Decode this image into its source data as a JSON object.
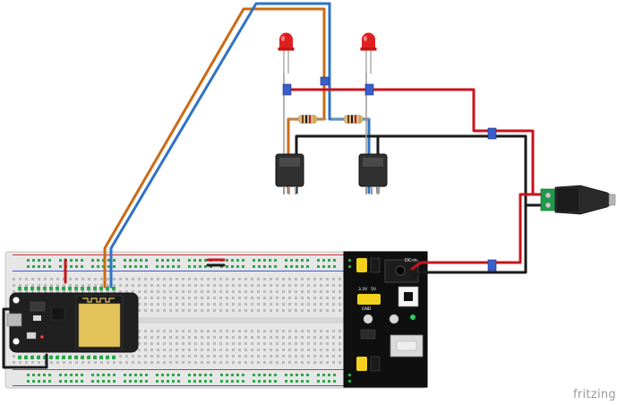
{
  "watermark": "fritzing",
  "power_module": {
    "jack_label": "DC-in",
    "rail_labels": [
      "3.3V",
      "5V",
      "GND"
    ]
  },
  "colors": {
    "wire_red": "#c8141c",
    "wire_black": "#1a1a1a",
    "wire_orange": "#cc6a14",
    "wire_blue": "#2e73c4",
    "breadboard": "#e4e4e4",
    "breadboard_rail_red": "#d23a3a",
    "breadboard_rail_blue": "#3a5fcc",
    "feather_pcb": "#202020",
    "wifi_module": "#e3c25a",
    "power_module_pcb": "#0f0f0f",
    "led": "#e02020",
    "terminal_block": "#1e9a4a",
    "dc_barrel": "#2a2a2a",
    "mosfet": "#303030"
  }
}
